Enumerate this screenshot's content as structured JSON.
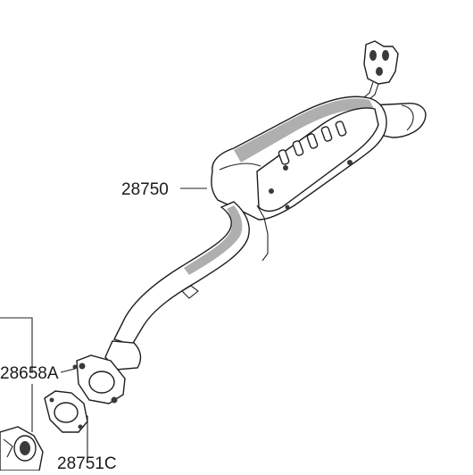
{
  "diagram": {
    "labels": [
      {
        "id": "muffler",
        "text": "28750"
      },
      {
        "id": "gasket-bolt",
        "text": "28658A"
      },
      {
        "id": "gasket",
        "text": "28751C"
      }
    ]
  }
}
